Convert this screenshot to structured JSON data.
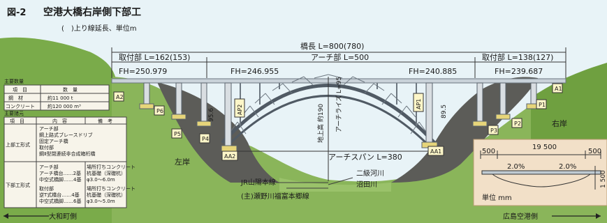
{
  "title": {
    "fig_no": "図-2",
    "text": "空港大橋右岸側下部工"
  },
  "subtitle": "(　)上り線延長、単位m",
  "dims": {
    "total": "橋長 L=800(780)",
    "left_span": "取付部 L=162(153)",
    "arch_span": "アーチ部 L=500",
    "right_span": "取付部 L=138(127)"
  },
  "fh": {
    "a2": "FH=250.979",
    "ap2": "FH=246.955",
    "ap1": "FH=240.885",
    "a1": "FH=239.687"
  },
  "labels": {
    "left_bank": "左岸",
    "right_bank": "右岸",
    "rise": "アーチライズ L=95",
    "height": "地上高 約190",
    "arch_span": "アーチスパン L=380",
    "h_left": "95.6",
    "h_right": "89.5",
    "railway": "JR山陽本線",
    "road": "(主)瀬野川福富本郷線",
    "river1": "二級河川",
    "river2": "沼田川",
    "dir_left": "大和町側",
    "dir_right": "広島空港側"
  },
  "supports": {
    "A2": "A2",
    "P6": "P6",
    "P5": "P5",
    "P4": "P4",
    "AP2": "AP2",
    "AA2": "AA2",
    "AA1": "AA1",
    "AP1": "AP1",
    "P3": "P3",
    "P2": "P2",
    "P1": "P1",
    "A1": "A1"
  },
  "section": {
    "w_left": "500",
    "w_mid": "19 500",
    "w_right": "500",
    "slope_left": "2.0%",
    "slope_right": "2.0%",
    "depth": "1 500",
    "unit": "単位 mm"
  },
  "quantity_table": {
    "title": "主要数量",
    "header": [
      "項　目",
      "数　量"
    ],
    "rows": [
      [
        "鋼　材",
        "約11 000 t"
      ],
      [
        "コンクリート",
        "約120 000 m³"
      ]
    ]
  },
  "spec_table": {
    "title": "主要諸元",
    "header": [
      "項　目",
      "内　容",
      "備　考"
    ],
    "sup": {
      "name": "上部工形式",
      "lines": [
        "アーチ部",
        "鋼上路式ブレースドリブ",
        "固定アーチ橋",
        "取付部",
        "鋼Ⅱ型閉連続非合成箱桁橋"
      ]
    },
    "sub": {
      "name": "下部工形式",
      "lines": [
        "アーチ部",
        "アーチ橋台……2基",
        "中空式橋脚……4基",
        "取付部",
        "逆T式橋台……4基",
        "中空式橋脚……6基"
      ],
      "notes": [
        "場所打ちコンクリート",
        "杭基礎（深礎杭）",
        "φ3.0～6.0m",
        "場所打ちコンクリート",
        "杭基礎（深礎杭）",
        "φ3.0～5.0m"
      ]
    }
  }
}
